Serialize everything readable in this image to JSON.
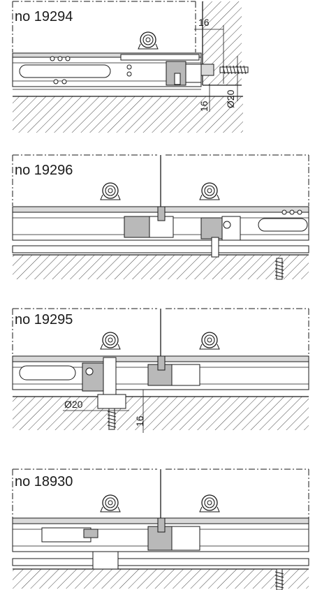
{
  "panels": [
    {
      "label": "no 19294",
      "dimensions": [
        "16",
        "16",
        "Ø20"
      ]
    },
    {
      "label": "no 19296",
      "dimensions": []
    },
    {
      "label": "no 19295",
      "dimensions": [
        "Ø20",
        "16"
      ]
    },
    {
      "label": "no 18930",
      "dimensions": []
    }
  ],
  "colors": {
    "line": "#1a1a1a",
    "fitting_fill": "#b9b9b9",
    "background": "#ffffff"
  }
}
